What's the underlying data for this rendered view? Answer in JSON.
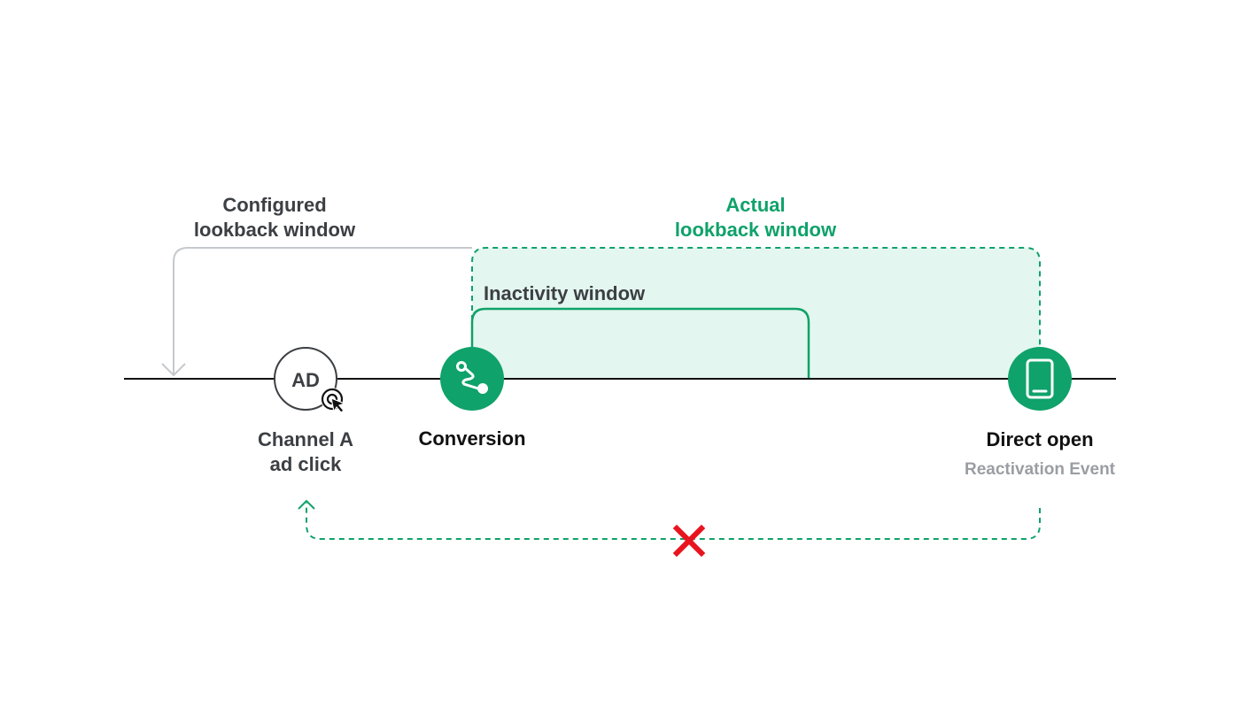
{
  "colors": {
    "green": "#0fa26a",
    "light_green_fill": "#e3f6ef",
    "grey_line": "#c5c9ce",
    "dark_text": "#3c3f43",
    "red_cross": "#e8141e"
  },
  "labels": {
    "configured_window": [
      "Configured",
      "lookback window"
    ],
    "actual_window": [
      "Actual",
      "lookback window"
    ],
    "inactivity_window": "Inactivity window",
    "ad_badge": "AD",
    "channel_a": [
      "Channel A",
      "ad click"
    ],
    "conversion": "Conversion",
    "direct_open": "Direct open",
    "reactivation_event": "Reactivation Event"
  },
  "icons": {
    "ad_click": "cursor-click-icon",
    "conversion": "journey-path-icon",
    "direct_open": "smartphone-icon",
    "blocked": "red-x-icon"
  }
}
